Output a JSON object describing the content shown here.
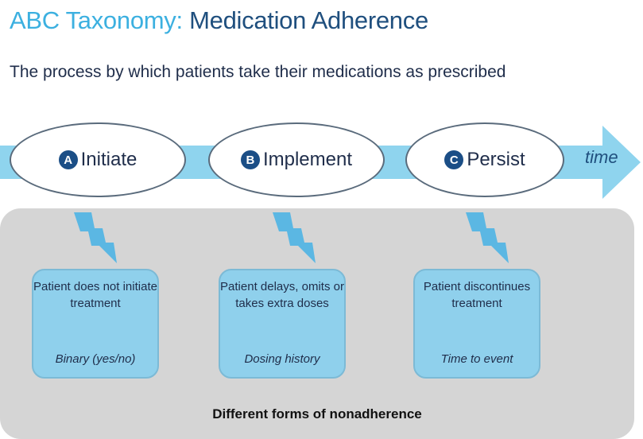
{
  "title": {
    "prefix": "ABC Taxonomy:",
    "main": "Medication Adherence"
  },
  "subtitle": "The process by which patients take their medications as prescribed",
  "timeline_label": "time",
  "phases": [
    {
      "badge": "A",
      "label": "Initiate",
      "description": "Patient does not initiate treatment",
      "metric": "Binary (yes/no)"
    },
    {
      "badge": "B",
      "label": "Implement",
      "description": "Patient delays, omits or takes extra doses",
      "metric": "Dosing history"
    },
    {
      "badge": "C",
      "label": "Persist",
      "description": "Patient discontinues treatment",
      "metric": "Time to event"
    }
  ],
  "footer": "Different forms of nonadherence",
  "colors": {
    "title_accent": "#3cb0e0",
    "title_main": "#1f4f7e",
    "arrow": "#8fd4ee",
    "panel": "#d5d5d5",
    "box": "#8fd0ec",
    "badge": "#1b4e86"
  }
}
